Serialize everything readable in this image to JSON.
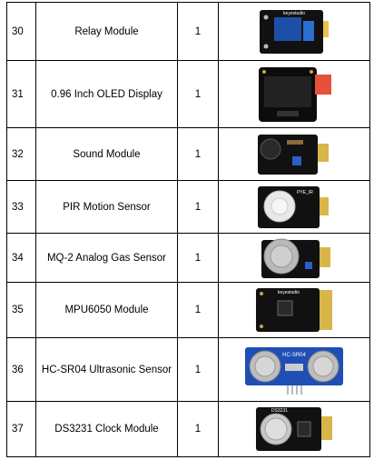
{
  "rows": [
    {
      "no": "30",
      "name": "Relay Module",
      "qty": "1",
      "image": "relay-module-photo",
      "label": "keyestudio"
    },
    {
      "no": "31",
      "name": "0.96 Inch OLED Display",
      "qty": "1",
      "image": "oled-display-photo"
    },
    {
      "no": "32",
      "name": "Sound Module",
      "qty": "1",
      "image": "sound-module-photo"
    },
    {
      "no": "33",
      "name": "PIR Motion Sensor",
      "qty": "1",
      "image": "pir-sensor-photo",
      "label": "PYE_IR"
    },
    {
      "no": "34",
      "name": "MQ-2 Analog Gas Sensor",
      "qty": "1",
      "image": "gas-sensor-photo"
    },
    {
      "no": "35",
      "name": "MPU6050 Module",
      "qty": "1",
      "image": "mpu6050-module-photo",
      "label": "keyestudio"
    },
    {
      "no": "36",
      "name": "HC-SR04 Ultrasonic Sensor",
      "qty": "1",
      "image": "ultrasonic-sensor-photo",
      "label": "HC-SR04"
    },
    {
      "no": "37",
      "name": "DS3231 Clock Module",
      "qty": "1",
      "image": "clock-module-photo",
      "label": "DS3231"
    }
  ]
}
